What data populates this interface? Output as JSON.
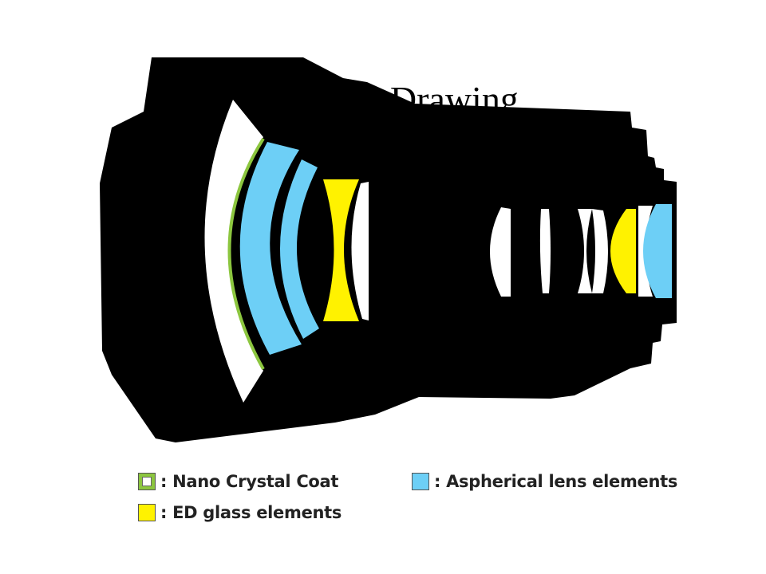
{
  "title": "Lens Assembly Drawing",
  "colors": {
    "barrel": "#000000",
    "background": "#ffffff",
    "nano_crystal_coat": "#8cc63f",
    "aspherical": "#6dcff6",
    "ed_glass": "#fff200",
    "standard_glass": "#ffffff"
  },
  "legend": {
    "nano": ": Nano Crystal Coat",
    "ed": ": ED glass elements",
    "aspherical": ": Aspherical lens elements"
  }
}
